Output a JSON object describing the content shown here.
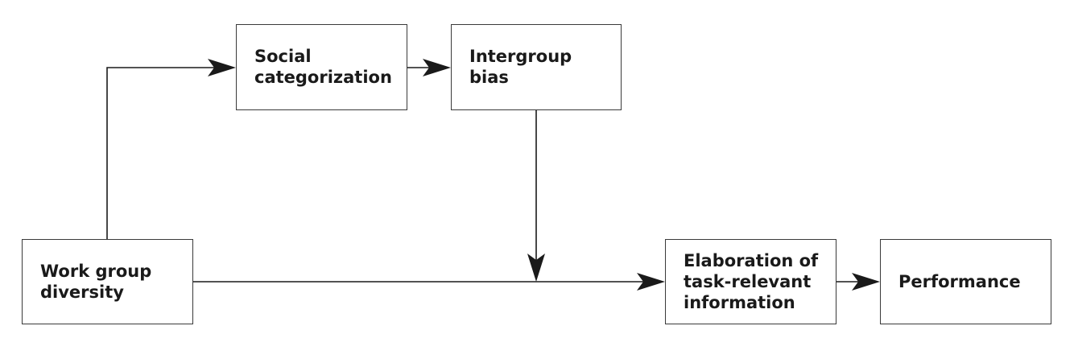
{
  "nodes": {
    "diversity": {
      "label": "Work group\ndiversity"
    },
    "social": {
      "label": "Social\ncategorization"
    },
    "bias": {
      "label": "Intergroup\nbias"
    },
    "elaboration": {
      "label": "Elaboration of\ntask-relevant\ninformation"
    },
    "performance": {
      "label": "Performance"
    }
  },
  "edges": [
    {
      "from": "diversity",
      "to": "social"
    },
    {
      "from": "social",
      "to": "bias"
    },
    {
      "from": "bias",
      "to": "diversity-elaboration-path"
    },
    {
      "from": "diversity",
      "to": "elaboration"
    },
    {
      "from": "elaboration",
      "to": "performance"
    }
  ],
  "colors": {
    "line": "#1a1a1a",
    "border": "#3a3a3a",
    "text": "#1a1a1a"
  }
}
